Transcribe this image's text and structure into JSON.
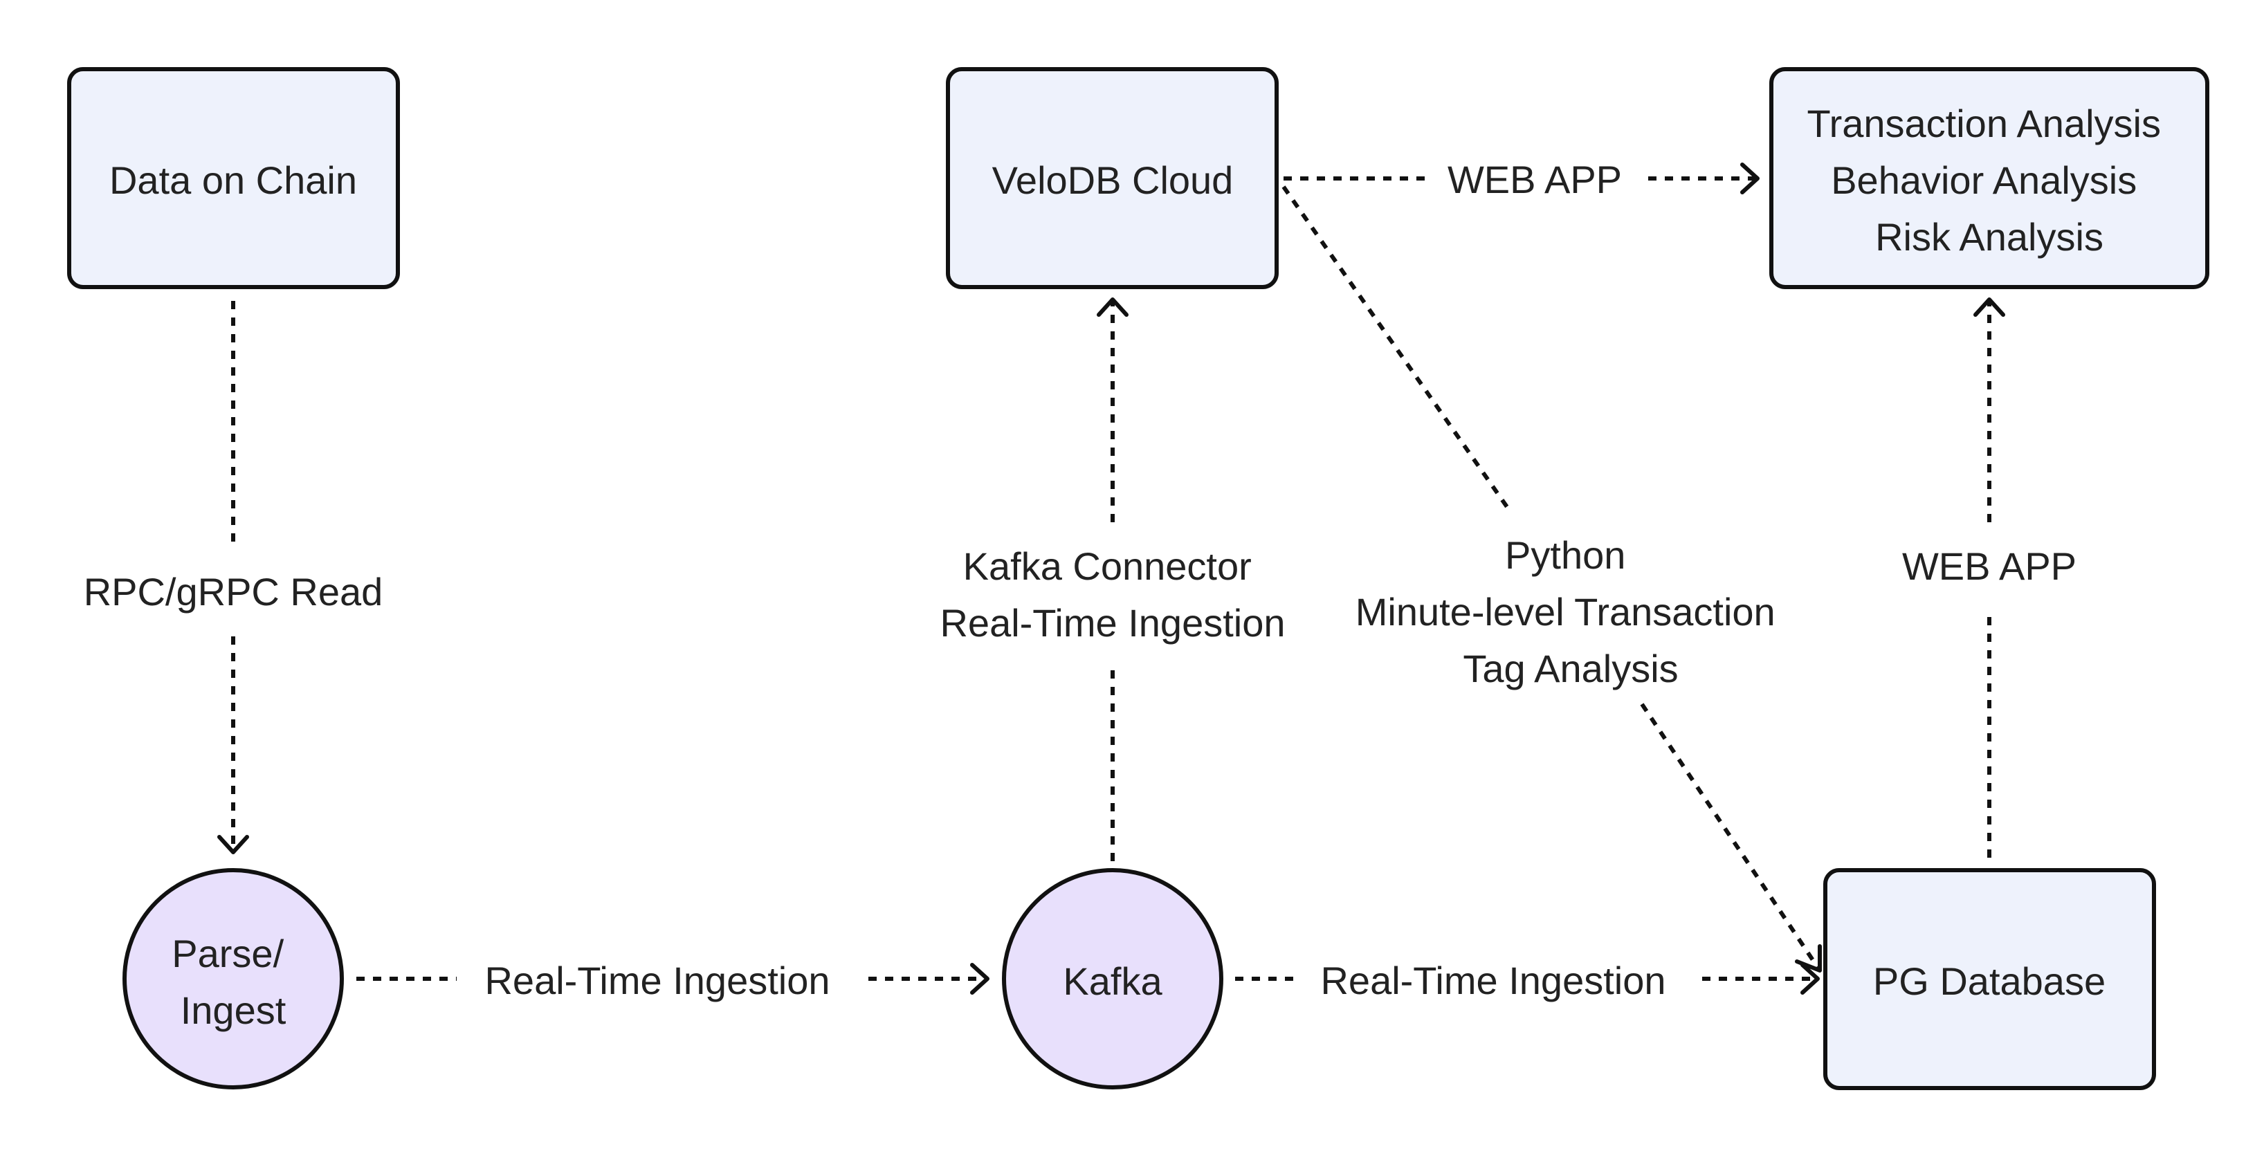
{
  "nodes": {
    "data_on_chain": {
      "lines": [
        "Data on Chain"
      ]
    },
    "velodb_cloud": {
      "lines": [
        "VeloDB Cloud"
      ]
    },
    "analysis": {
      "lines": [
        "Transaction Analysis",
        "Behavior Analysis",
        "Risk Analysis"
      ]
    },
    "parse_ingest": {
      "lines": [
        "Parse/",
        "Ingest"
      ]
    },
    "kafka": {
      "lines": [
        "Kafka"
      ]
    },
    "pg_database": {
      "lines": [
        "PG Database"
      ]
    }
  },
  "edges": {
    "rpc_read": {
      "lines": [
        "RPC/gRPC Read"
      ]
    },
    "parse_to_kafka": {
      "lines": [
        "Real-Time Ingestion"
      ]
    },
    "kafka_to_pg": {
      "lines": [
        "Real-Time Ingestion"
      ]
    },
    "kafka_to_velodb": {
      "lines": [
        "Kafka Connector",
        "Real-Time Ingestion"
      ]
    },
    "velodb_to_analysis": {
      "lines": [
        "WEB APP"
      ]
    },
    "velodb_to_pg": {
      "lines": [
        "Python",
        "Minute-level Transaction",
        "Tag Analysis"
      ]
    },
    "pg_to_analysis": {
      "lines": [
        "WEB APP"
      ]
    }
  },
  "colors": {
    "box_fill": "#eef2fc",
    "circle_fill": "#e8e0fc",
    "stroke": "#111111",
    "text": "#222222"
  }
}
